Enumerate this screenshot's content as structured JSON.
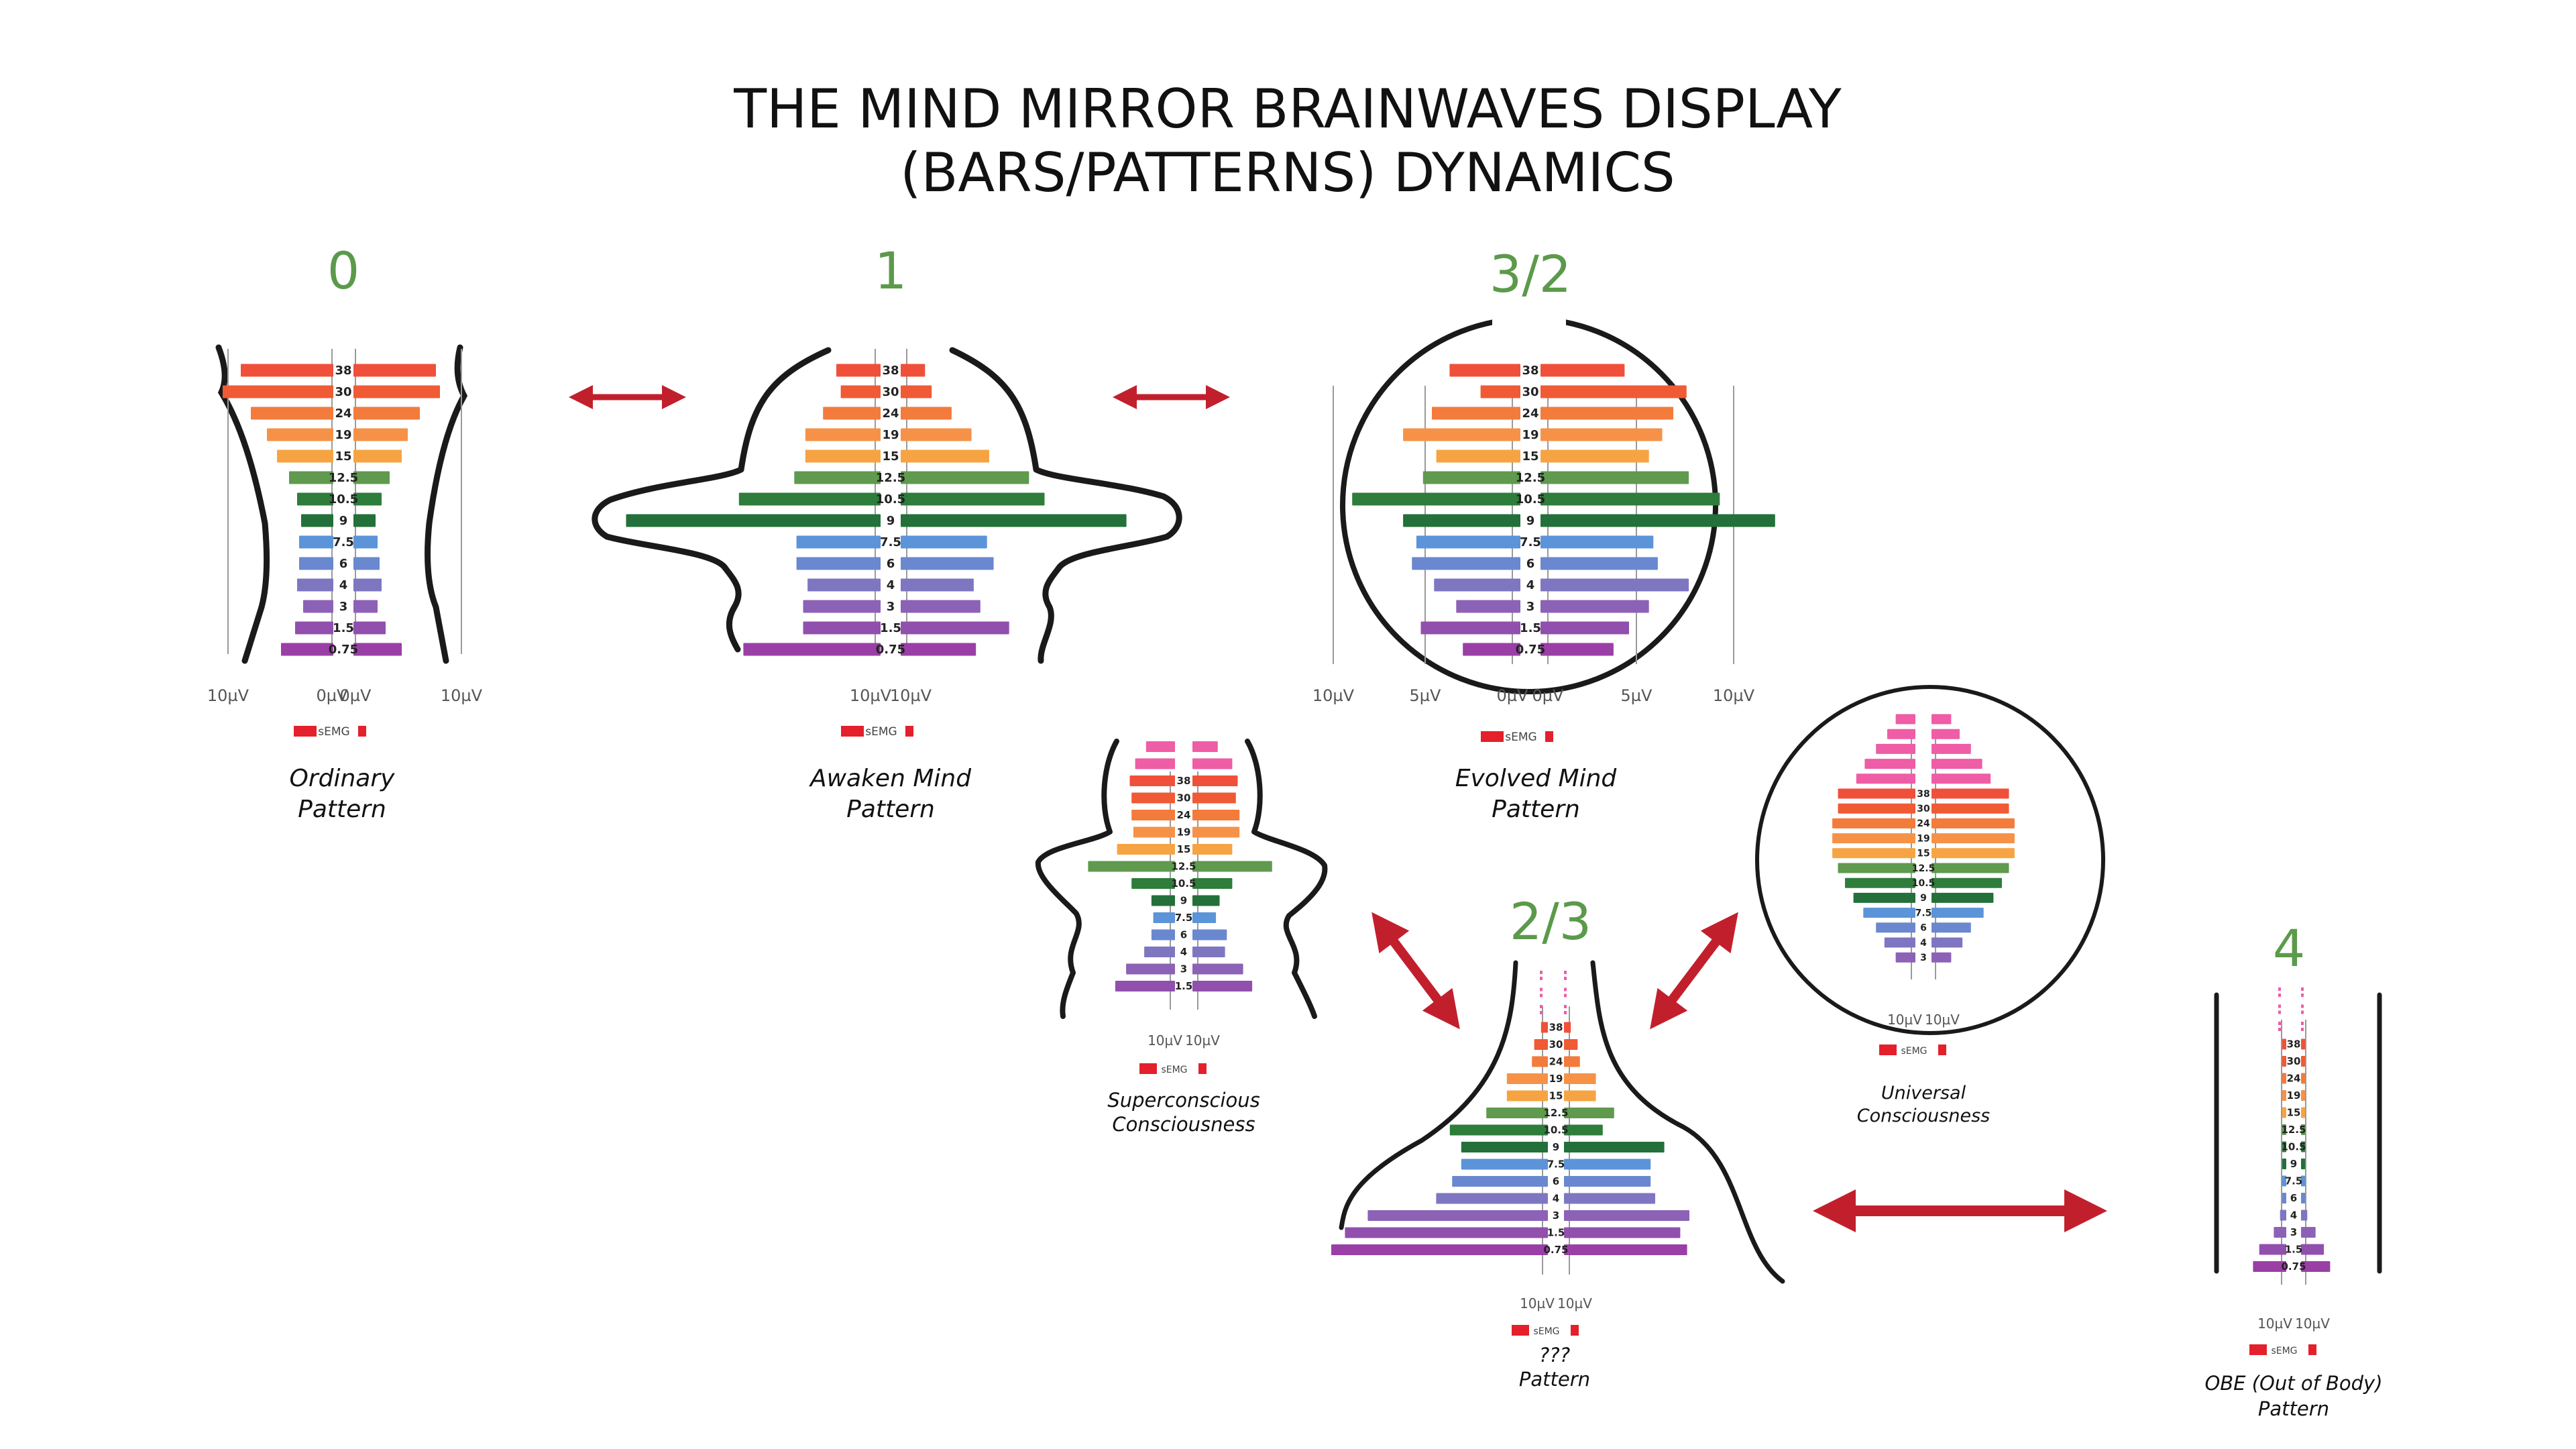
{
  "title": {
    "line1": "THE MIND MIRROR BRAINWAVES DISPLAY",
    "line2": "(BARS/PATTERNS) DYNAMICS"
  },
  "colors": {
    "accent_green": "#5b9a4a",
    "arrow_red": "#c21f2d",
    "semg_red": "#e3202b",
    "outline": "#1a1a1a",
    "bands": [
      "#f0503a",
      "#f05a35",
      "#f37b3b",
      "#f69248",
      "#f6a443",
      "#5f9a4e",
      "#2e7d3b",
      "#23703a",
      "#5b94d8",
      "#6a88cf",
      "#7f76c2",
      "#8c62b6",
      "#9150ad",
      "#9a3fa6"
    ],
    "pink": "#ee5da6"
  },
  "band_labels": [
    "38",
    "30",
    "24",
    "19",
    "15",
    "12.5",
    "10.5",
    "9",
    "7.5",
    "6",
    "4",
    "3",
    "1.5",
    "0.75"
  ],
  "units": {
    "ten": "10µV",
    "five": "5µV",
    "zero": "0µV",
    "semg": "sEMG"
  },
  "panels": [
    {
      "id": "ordinary",
      "number": "0",
      "caption": [
        "Ordinary",
        "Pattern"
      ],
      "scale_labels": [
        "10µV",
        "0µV",
        "0µV",
        "10µV"
      ],
      "semg": "sEMG",
      "left": [
        0.46,
        0.55,
        0.41,
        0.33,
        0.28,
        0.22,
        0.18,
        0.16,
        0.17,
        0.17,
        0.18,
        0.15,
        0.19,
        0.26
      ],
      "right": [
        0.41,
        0.43,
        0.33,
        0.27,
        0.24,
        0.18,
        0.14,
        0.11,
        0.12,
        0.13,
        0.14,
        0.12,
        0.16,
        0.24
      ]
    },
    {
      "id": "awaken",
      "number": "1",
      "caption": [
        "Awaken Mind",
        "Pattern"
      ],
      "scale_labels": [
        "10µV",
        "10µV"
      ],
      "semg": "sEMG",
      "left": [
        0.2,
        0.18,
        0.26,
        0.34,
        0.34,
        0.39,
        0.64,
        1.15,
        0.38,
        0.38,
        0.33,
        0.35,
        0.35,
        0.62
      ],
      "right": [
        0.11,
        0.14,
        0.23,
        0.32,
        0.4,
        0.58,
        0.65,
        1.02,
        0.39,
        0.42,
        0.33,
        0.36,
        0.49,
        0.34
      ]
    },
    {
      "id": "evolved",
      "number": "3/2",
      "caption": [
        "Evolved Mind",
        "Pattern"
      ],
      "scale_labels": [
        "10µV",
        "5µV",
        "0µV",
        "0µV",
        "5µV",
        "10µV"
      ],
      "semg": "sEMG",
      "left": [
        0.32,
        0.18,
        0.4,
        0.53,
        0.38,
        0.44,
        0.76,
        0.53,
        0.47,
        0.49,
        0.39,
        0.29,
        0.45,
        0.26
      ],
      "right": [
        0.38,
        0.66,
        0.6,
        0.55,
        0.49,
        0.67,
        0.81,
        1.06,
        0.51,
        0.53,
        0.67,
        0.49,
        0.4,
        0.33
      ]
    },
    {
      "id": "superconscious",
      "caption": [
        "Superconscious",
        "Consciousness"
      ],
      "scale_labels": [
        "10µV",
        "10µV"
      ],
      "semg": "sEMG",
      "pink_rows": 2,
      "left": [
        0.16,
        0.22,
        0.25,
        0.24,
        0.24,
        0.23,
        0.32,
        0.48,
        0.24,
        0.13,
        0.12,
        0.13,
        0.17,
        0.27,
        0.33
      ],
      "right": [
        0.14,
        0.22,
        0.25,
        0.24,
        0.26,
        0.26,
        0.22,
        0.44,
        0.22,
        0.15,
        0.13,
        0.19,
        0.18,
        0.28,
        0.33
      ]
    },
    {
      "id": "unknown",
      "number": "2/3",
      "caption": [
        "???",
        "Pattern"
      ],
      "scale_labels": [
        "10µV",
        "10µV"
      ],
      "semg": "sEMG",
      "dash_rows": 3,
      "left": [
        0.03,
        0.06,
        0.07,
        0.18,
        0.18,
        0.27,
        0.43,
        0.38,
        0.38,
        0.42,
        0.49,
        0.79,
        0.89,
        0.95
      ],
      "right": [
        0.03,
        0.06,
        0.07,
        0.14,
        0.14,
        0.22,
        0.17,
        0.44,
        0.38,
        0.38,
        0.4,
        0.55,
        0.51,
        0.54
      ]
    },
    {
      "id": "universal",
      "caption": [
        "Universal",
        "Consciousness"
      ],
      "scale_labels": [
        "10µV",
        "10µV"
      ],
      "semg": "sEMG",
      "pink_rows": 5,
      "left": [
        0.14,
        0.2,
        0.28,
        0.36,
        0.42,
        0.55,
        0.55,
        0.59,
        0.59,
        0.59,
        0.55,
        0.5,
        0.44,
        0.37,
        0.28,
        0.22,
        0.14
      ],
      "right": [
        0.14,
        0.2,
        0.28,
        0.36,
        0.42,
        0.55,
        0.55,
        0.59,
        0.59,
        0.59,
        0.55,
        0.5,
        0.44,
        0.37,
        0.28,
        0.22,
        0.14
      ]
    },
    {
      "id": "obe",
      "number": "4",
      "caption": [
        "OBE (Out of Body)",
        "Pattern"
      ],
      "scale_labels": [
        "10µV",
        "10µV"
      ],
      "semg": "sEMG",
      "dash_rows": 3,
      "left": [
        0.02,
        0.02,
        0.02,
        0.02,
        0.02,
        0.02,
        0.02,
        0.02,
        0.02,
        0.02,
        0.03,
        0.06,
        0.13,
        0.16
      ],
      "right": [
        0.02,
        0.02,
        0.02,
        0.02,
        0.02,
        0.02,
        0.02,
        0.02,
        0.02,
        0.02,
        0.03,
        0.07,
        0.11,
        0.14
      ]
    }
  ]
}
